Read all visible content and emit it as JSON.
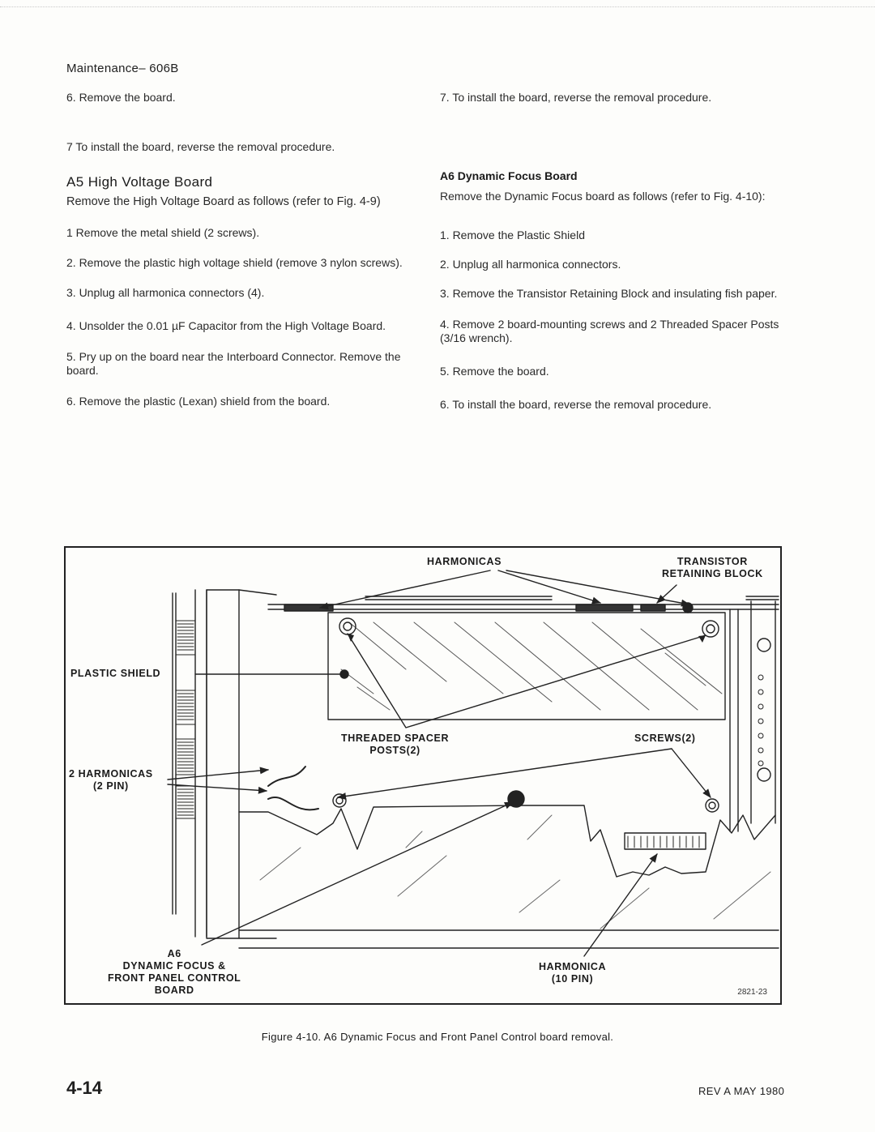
{
  "header": "Maintenance– 606B",
  "left": {
    "p1": "6. Remove the board.",
    "p2": "7 To install the board, reverse the removal procedure.",
    "title": "A5 High Voltage Board",
    "intro": "Remove the High Voltage Board as follows (refer to Fig. 4-9)",
    "steps": [
      "1 Remove the metal shield (2 screws).",
      "2. Remove the plastic high voltage shield (remove 3 nylon screws).",
      "3. Unplug all harmonica connectors (4).",
      "4. Unsolder the 0.01 µF Capacitor from the High Voltage Board.",
      "5. Pry up on the board near the Interboard Connector. Remove the board.",
      "6. Remove the plastic (Lexan) shield from the board."
    ]
  },
  "right": {
    "p1": "7. To install the board, reverse the removal procedure.",
    "title": "A6 Dynamic Focus Board",
    "intro": "Remove the Dynamic Focus board as follows (refer to Fig. 4-10):",
    "steps": [
      "1. Remove the Plastic Shield",
      "2. Unplug all harmonica connectors.",
      "3. Remove the Transistor Retaining Block and insulating fish paper.",
      "4. Remove 2 board-mounting screws and 2 Threaded Spacer Posts (3/16 wrench).",
      "5. Remove the board.",
      "6. To install the board, reverse the removal procedure."
    ]
  },
  "figure": {
    "labels": {
      "harmonicas": "HARMONICAS",
      "transistor": [
        "TRANSISTOR",
        "RETAINING BLOCK"
      ],
      "plastic_shield": "PLASTIC SHIELD",
      "threaded_spacer": [
        "THREADED SPACER",
        "POSTS(2)"
      ],
      "screws": "SCREWS(2)",
      "two_harmonicas": [
        "2 HARMONICAS",
        "(2 PIN)"
      ],
      "a6": [
        "A6",
        "DYNAMIC FOCUS &",
        "FRONT PANEL CONTROL",
        "BOARD"
      ],
      "harmonica": [
        "HARMONICA",
        "(10 PIN)"
      ]
    },
    "figure_number": "2821-23",
    "caption": "Figure 4-10. A6 Dynamic Focus and Front Panel Control board removal."
  },
  "footer": {
    "page": "4-14",
    "revision": "REV A MAY 1980"
  }
}
